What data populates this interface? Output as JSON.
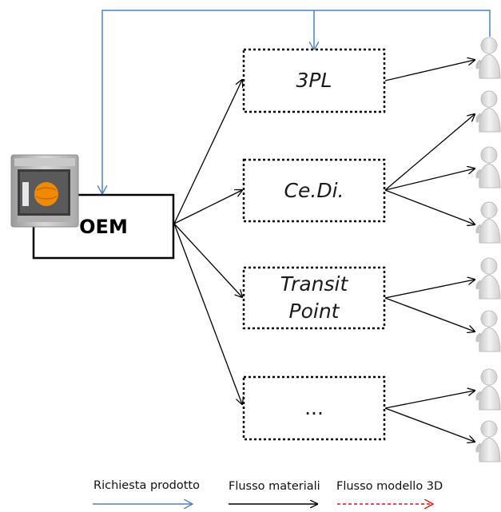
{
  "oem": {
    "label": "OEM"
  },
  "nodes": [
    {
      "id": "3pl",
      "label": "3PL"
    },
    {
      "id": "cedi",
      "label": "Ce.Di."
    },
    {
      "id": "transit",
      "label_line1": "Transit",
      "label_line2": "Point"
    },
    {
      "id": "other",
      "label": "..."
    }
  ],
  "legend": {
    "request": "Richiesta prodotto",
    "materials": "Flusso materiali",
    "model3d": "Flusso modello 3D"
  },
  "colors": {
    "request_arrow": "#4f81bd",
    "materials_arrow": "#000000",
    "model3d_arrow": "#e01010",
    "printer_body": "#b9b9b9",
    "printer_spool": "#f08a00"
  },
  "customers_count": 8,
  "icons": [
    "3d-printer-icon",
    "customer-person-icon"
  ]
}
